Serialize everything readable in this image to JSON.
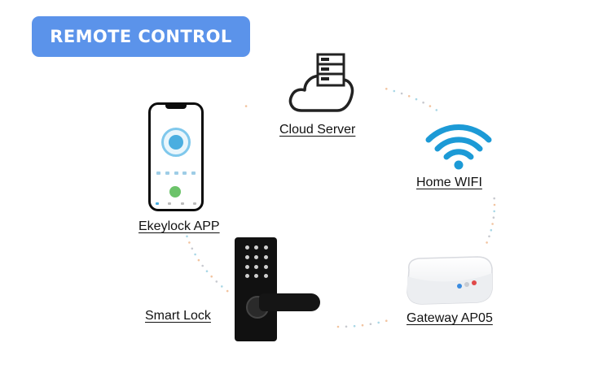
{
  "header": {
    "badge_text": "REMOTE CONTROL"
  },
  "nodes": {
    "cloud": {
      "label": "Cloud Server",
      "icon": "cloud-server-icon"
    },
    "wifi": {
      "label": "Home WIFI",
      "icon": "wifi-icon"
    },
    "app": {
      "label": "Ekeylock APP",
      "icon": "smartphone-app-icon"
    },
    "gateway": {
      "label": "Gateway AP05",
      "icon": "gateway-device-icon"
    },
    "lock": {
      "label": "Smart Lock",
      "icon": "smart-lock-icon"
    }
  },
  "colors": {
    "badge": "#5b93ea",
    "wifi": "#1c9ad6",
    "cloud_stroke": "#222222",
    "dots": [
      "#f2c4a0",
      "#a9d7e6",
      "#c7c9cf"
    ]
  }
}
